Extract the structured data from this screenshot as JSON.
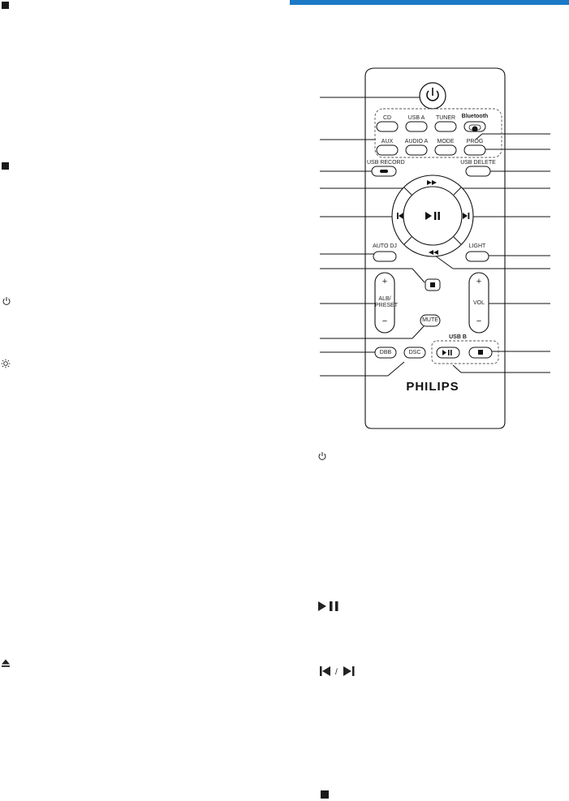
{
  "remote": {
    "brand": "PHILIPS",
    "labels": {
      "cd": "CD",
      "usb_a": "USB A",
      "tuner": "TUNER",
      "bluetooth": "Bluetooth",
      "aux": "AUX",
      "audio_a": "AUDIO A",
      "mode": "MODE",
      "prog": "PROG",
      "usb_record": "USB RECORD",
      "usb_delete": "USB DELETE",
      "auto_dj": "AUTO DJ",
      "light": "LIGHT",
      "alb_preset": "ALB/ PRESET",
      "vol": "VOL",
      "mute": "MUTE",
      "dbb": "DBB",
      "dsc": "DSC",
      "usb_b": "USB B",
      "plus": "+",
      "minus": "−"
    }
  },
  "left_column": {
    "glyphs": [
      "■",
      "■",
      "⏻",
      "☼",
      "⏏"
    ]
  },
  "right_column": {
    "glyphs": [
      "⏻",
      "▶❚❚",
      "❙◀  ▶❙",
      "■"
    ]
  },
  "colors": {
    "accent_bar": "#1b79c6",
    "ink": "#1a1a1a"
  }
}
